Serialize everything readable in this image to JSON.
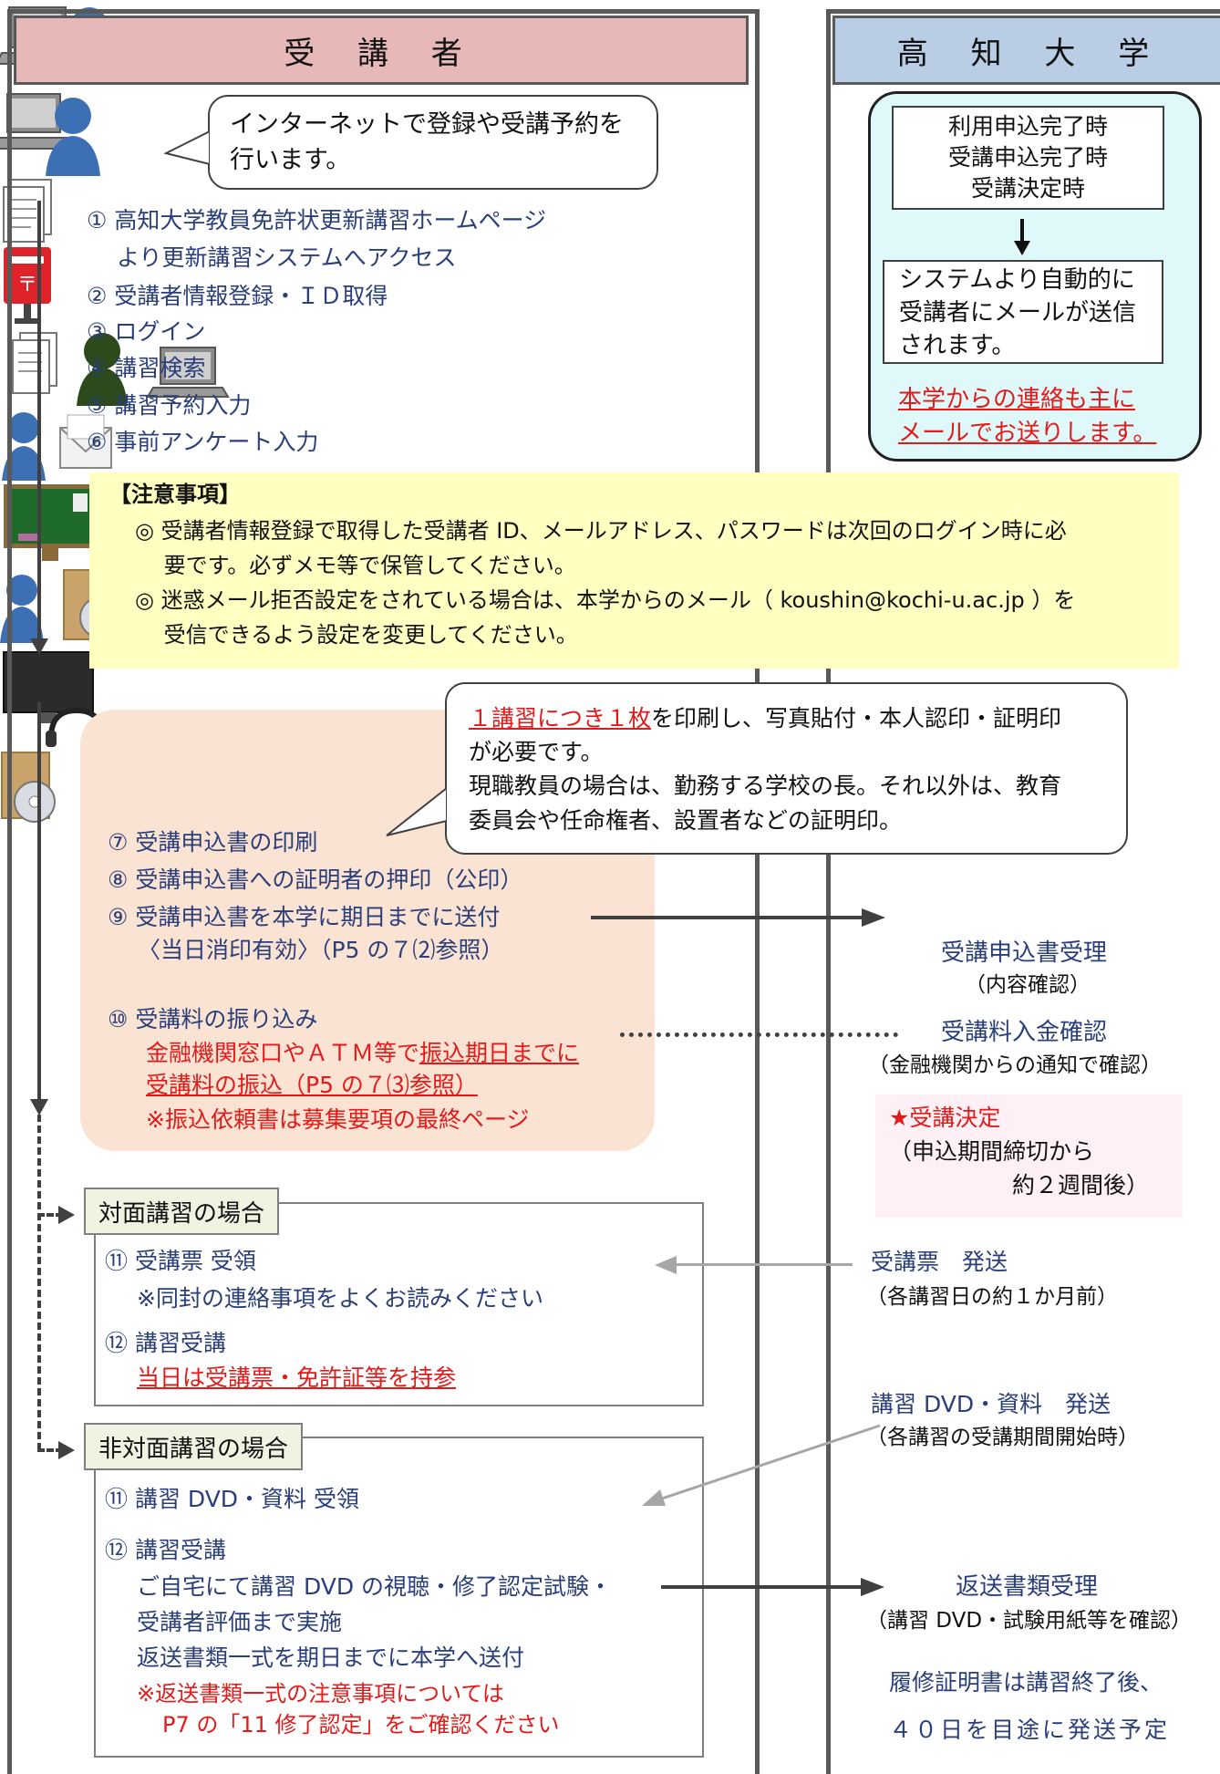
{
  "header": {
    "left": "受 講 者",
    "right": "高 知 大 学"
  },
  "intro_bubble": [
    "インターネットで登録や受講予約を",
    "行います。"
  ],
  "steps1": [
    "① 高知大学教員免許状更新講習ホームページ",
    "　 より更新講習システムへアクセス",
    "② 受講者情報登録・ＩＤ取得",
    "③ ログイン",
    "④ 講習検索",
    "⑤ 講習予約入力",
    "⑥ 事前アンケート入力"
  ],
  "uni_box": {
    "events": [
      "利用申込完了時",
      "受講申込完了時",
      "受講決定時"
    ],
    "result": [
      "システムより自動的に",
      "受講者にメールが送信",
      "されます。"
    ],
    "note": [
      "本学からの連絡も主に",
      "メールでお送りします。"
    ]
  },
  "caution": {
    "title": "【注意事項】",
    "lines": [
      "◎ 受講者情報登録で取得した受講者 ID、メールアドレス、パスワードは次回のログイン時に必",
      "　 要です。必ずメモ等で保管してください。",
      "◎ 迷惑メール拒否設定をされている場合は、本学からのメール（ koushin@kochi-u.ac.jp ）を",
      "　 受信できるよう設定を変更してください。"
    ]
  },
  "bubble2": {
    "red_part": "１講習につき１枚",
    "line1_rest": "を印刷し、写真貼付・本人認印・証明印",
    "line2": "が必要です。",
    "line3": "現職教員の場合は、勤務する学校の長。それ以外は、教育",
    "line4": "委員会や任命権者、設置者などの証明印。"
  },
  "steps2": [
    "⑦ 受講申込書の印刷",
    "⑧ 受講申込書への証明者の押印（公印）",
    "⑨ 受講申込書を本学に期日までに送付",
    "　 〈当日消印有効〉（P5 の７⑵参照）"
  ],
  "step10": {
    "label": "⑩ 受講料の振り込み",
    "line1_pre": "金融機関窓口やＡＴＭ等で",
    "line1_ul": "振込期日までに",
    "line2": "受講料の振込（P5 の７⑶参照）",
    "line3": "※振込依頼書は募集要項の最終ページ"
  },
  "uni_right": {
    "receipt": "受講申込書受理",
    "receipt_sub": "（内容確認）",
    "payment": "受講料入金確認",
    "payment_sub": "（金融機関からの通知で確認）",
    "decision": "★受講決定",
    "decision_sub1": "（申込期間締切から",
    "decision_sub2": "約２週間後）",
    "ticket": "受講票　発送",
    "ticket_sub": "（各講習日の約１か月前）",
    "dvd": "講習 DVD・資料　発送",
    "dvd_sub": "（各講習の受講期間開始時）",
    "return": "返送書類受理",
    "return_sub": "（講習 DVD・試験用紙等を確認）",
    "cert1": "履修証明書は講習終了後、",
    "cert2": "４０日を目途に発送予定"
  },
  "face": {
    "tag": "対面講習の場合",
    "s11": "⑪ 受講票 受領",
    "s11_note": "※同封の連絡事項をよくお読みください",
    "s12": "⑫ 講習受講",
    "s12_note": "当日は受講票・免許証等を持参"
  },
  "remote": {
    "tag": "非対面講習の場合",
    "s11": "⑪ 講習 DVD・資料 受領",
    "s12": "⑫ 講習受講",
    "l1": "ご自宅にて講習 DVD の視聴・修了認定試験・",
    "l2": "受講者評価まで実施",
    "l3": "返送書類一式を期日までに本学へ送付",
    "n1": "※返送書類一式の注意事項については",
    "n2": "P7 の「11 修了認定」をご確認ください"
  },
  "colors": {
    "left_header": "#e6b9b8",
    "right_header": "#b9cde5",
    "caution_bg": "#ffffc2",
    "step_bg": "#fbe3d3",
    "uni_box_bg": "#dff9fb",
    "decision_bg": "#fff0f5",
    "text_blue": "#2a3f7a",
    "red": "#e21a1a"
  }
}
